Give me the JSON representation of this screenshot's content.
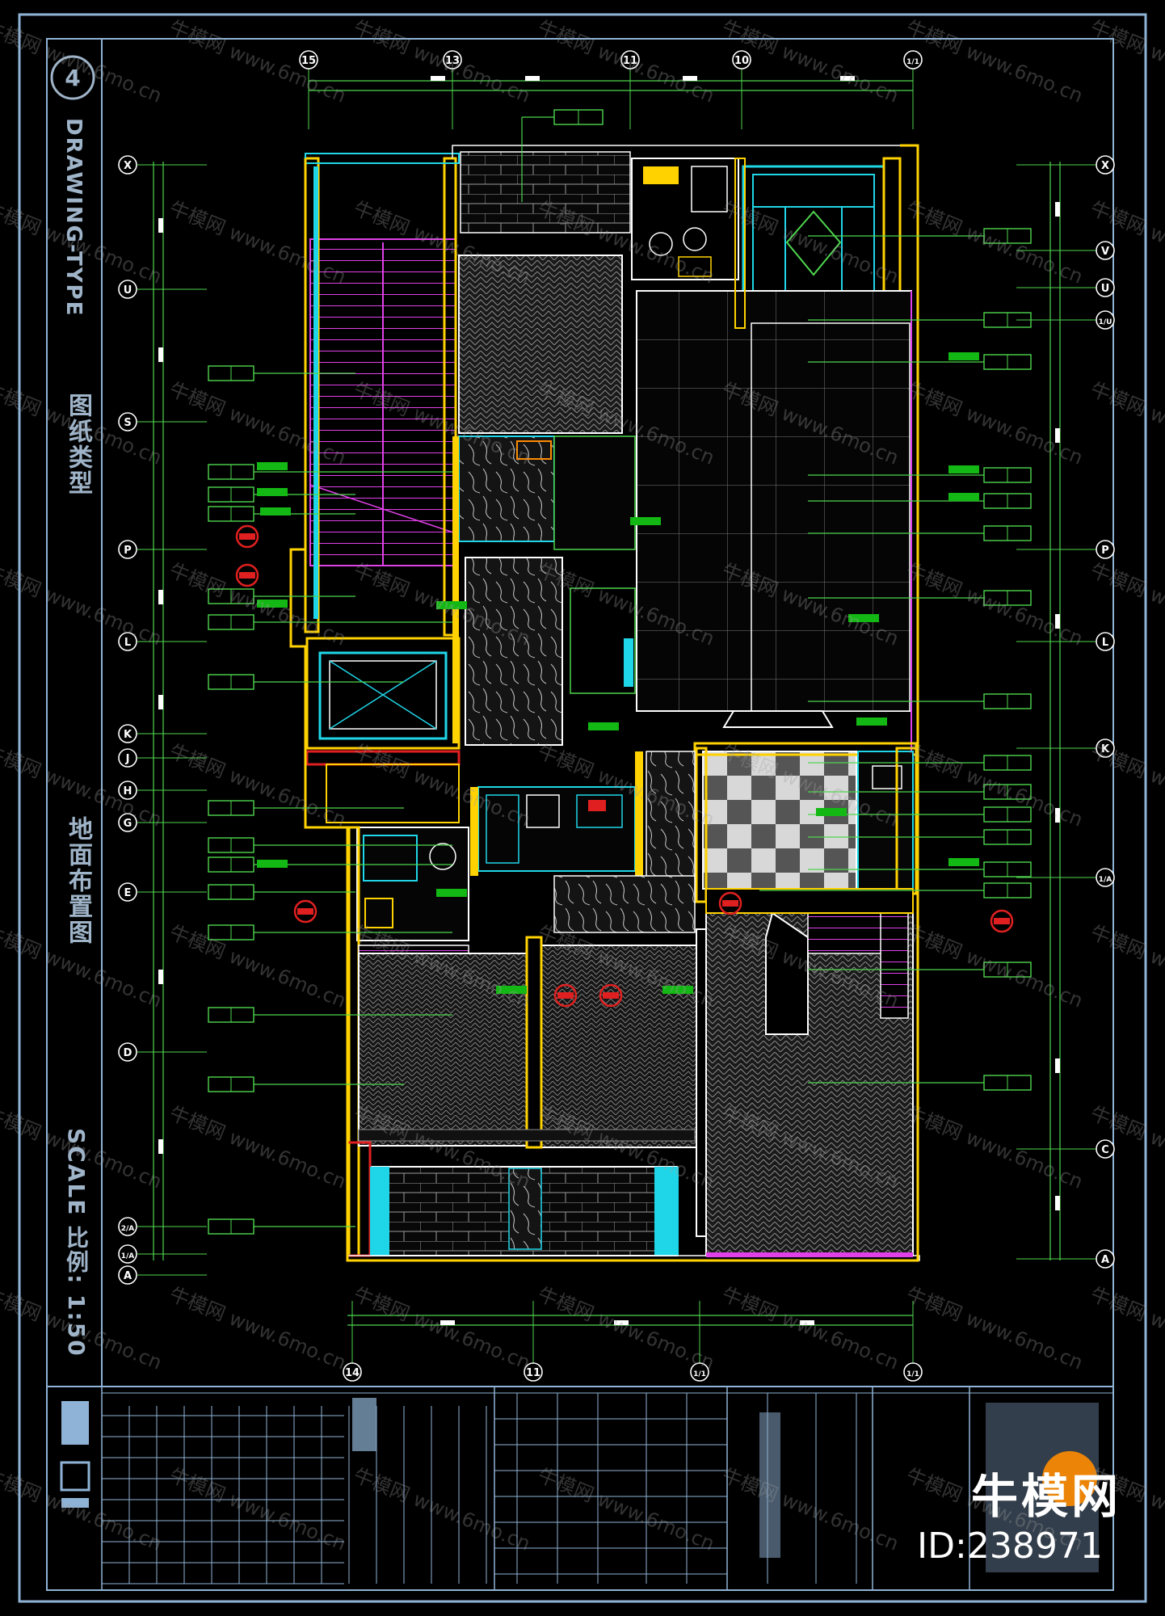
{
  "title_block": {
    "sheet_number": "4",
    "drawing_type_en": "DRAWING-TYPE",
    "drawing_type_cn": "图纸类型",
    "drawing_name_cn": "地面布置图",
    "scale_label": "SCALE 比例: 1:50"
  },
  "grid_labels": {
    "top": [
      "15",
      "13",
      "11",
      "10",
      "1/1"
    ],
    "bottom": [
      "14",
      "11",
      "1/1",
      "1/1"
    ],
    "left": [
      "X",
      "U",
      "S",
      "P",
      "L",
      "K",
      "J",
      "H",
      "G",
      "E",
      "D",
      "2/A",
      "1/A",
      "A"
    ],
    "right": [
      "X",
      "V",
      "U",
      "1/U",
      "P",
      "L",
      "K",
      "1/A",
      "C",
      "A"
    ]
  },
  "watermark": {
    "text_cn": "牛模网",
    "text_url": "www.6mo.cn"
  },
  "brand": {
    "name": "牛模网",
    "id": "ID:238971"
  },
  "colors": {
    "background": "#000000",
    "frame": "#8fb3d6",
    "wall_yellow": "#ffd200",
    "wall_cyan": "#1fd6e8",
    "wall_white": "#ffffff",
    "dim_green": "#4ed64e",
    "tag_green": "#14b814",
    "stair_magenta": "#e040e8",
    "hatch_grey": "#8a8a8a",
    "accent_red": "#e02020",
    "watermark": "#a0a0a0"
  }
}
